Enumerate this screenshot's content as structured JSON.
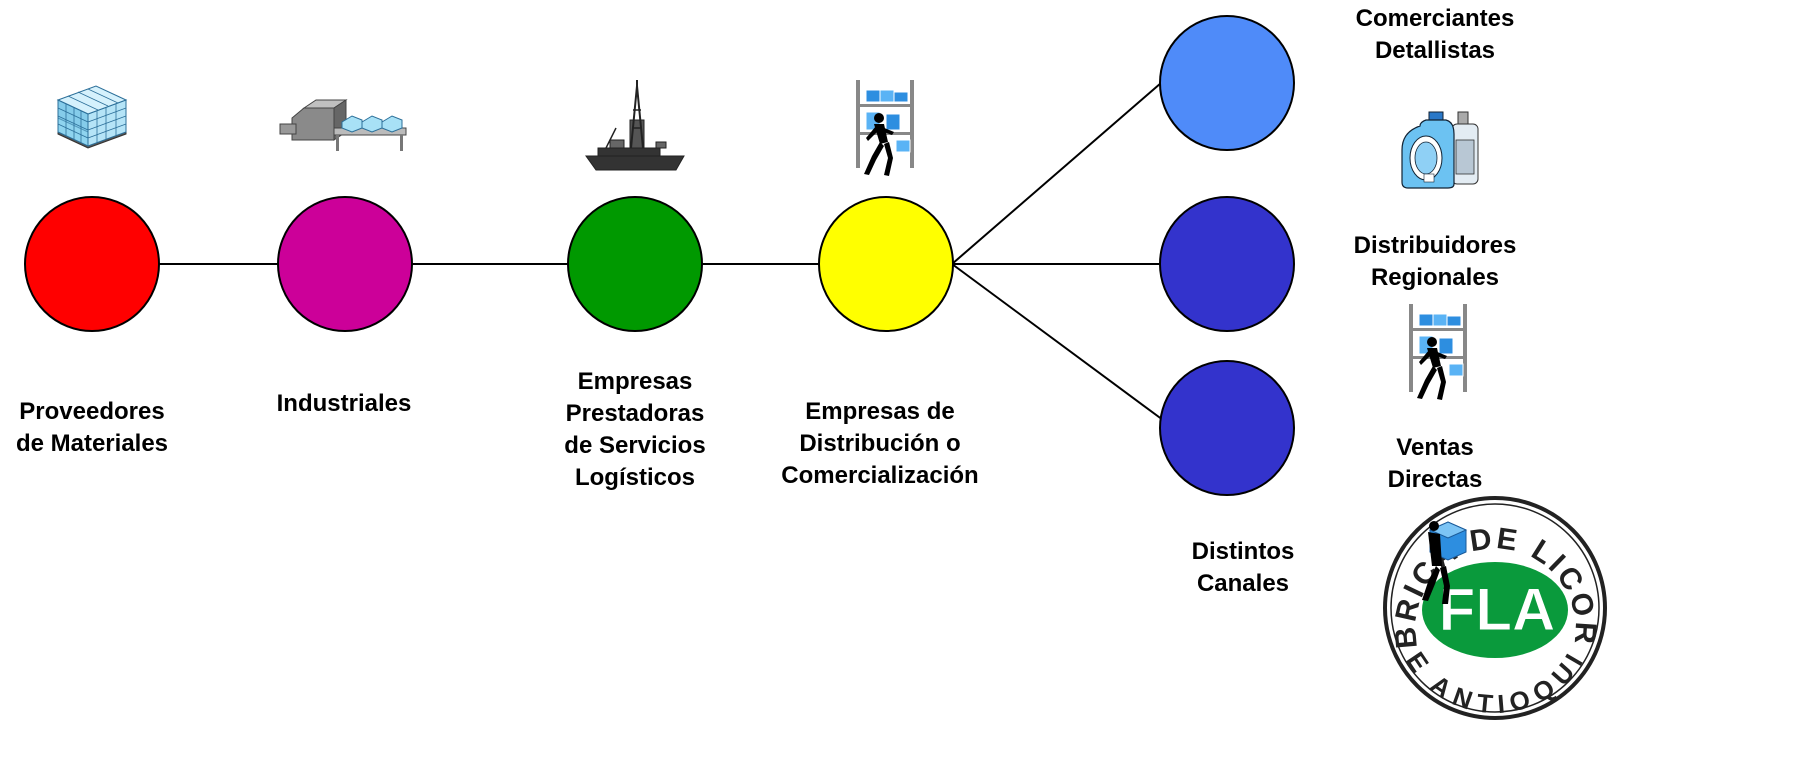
{
  "nodes": [
    {
      "id": "proveedores",
      "label": "Proveedores\nde Materiales",
      "color": "#ff0000",
      "icon": "pallet-boxes-icon"
    },
    {
      "id": "industriales",
      "label": "Industriales",
      "color": "#cc0099",
      "icon": "conveyor-machine-icon"
    },
    {
      "id": "logisticos",
      "label": "Empresas\nPrestadoras\nde Servicios\nLogísticos",
      "color": "#009900",
      "icon": "cargo-ship-icon"
    },
    {
      "id": "distribucion",
      "label": "Empresas de\nDistribución o\nComercialización",
      "color": "#ffff00",
      "icon": "warehouse-worker-icon"
    },
    {
      "id": "detallistas",
      "label": "Comerciantes\nDetallistas",
      "color": "#4f8bf9",
      "icon": "bottles-icon"
    },
    {
      "id": "regionales",
      "label": "Distribuidores\nRegionales",
      "color": "#3333cc",
      "icon": "warehouse-worker-icon"
    },
    {
      "id": "directas",
      "label": "Ventas\nDirectas",
      "color": "#3333cc",
      "icon": "box-carrier-icon"
    }
  ],
  "channels_label": "Distintos\nCanales",
  "logo": {
    "top_text": "FABRICA DE LICORES",
    "bottom_text": "DE ANTIOQUIA",
    "monogram": "FLA",
    "color": "#0a9a3c"
  }
}
